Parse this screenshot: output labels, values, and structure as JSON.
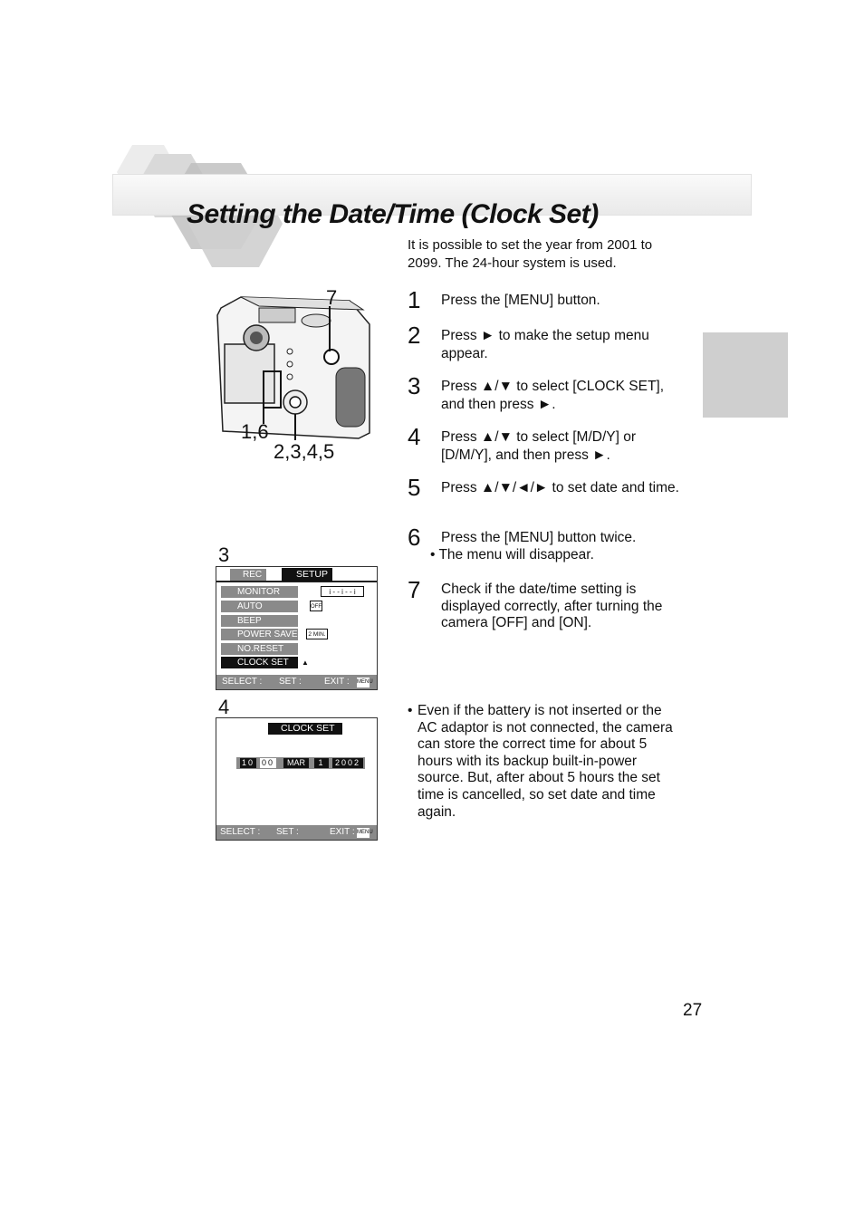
{
  "page": {
    "title": "Setting the Date/Time (Clock Set)",
    "intro": "It is possible to set the year from 2001 to 2099. The 24-hour system is used.",
    "page_number": "27"
  },
  "camera_figure": {
    "label_top": "7",
    "label_left": "1,6",
    "label_bottom": "2,3,4,5"
  },
  "steps": [
    {
      "num": "1",
      "text": "Press the [MENU] button."
    },
    {
      "num": "2",
      "text": "Press ► to make the setup menu appear."
    },
    {
      "num": "3",
      "text": "Press ▲/▼ to select [CLOCK SET], and then press ►."
    },
    {
      "num": "4",
      "text": "Press ▲/▼ to select [M/D/Y] or [D/M/Y], and then press ►."
    },
    {
      "num": "5",
      "text": "Press ▲/▼/◄/► to set date and time."
    },
    {
      "num": "6",
      "text": "Press the [MENU] button twice.",
      "sub": "• The menu will disappear."
    },
    {
      "num": "7",
      "text": "Check if the date/time setting is displayed correctly, after turning the camera [OFF] and [ON]."
    }
  ],
  "note": {
    "bullet": "•",
    "text": "Even if the battery is not inserted or the AC adaptor is not connected, the camera can store the correct time for about 5 hours with its backup built-in-power source. But, after about 5 hours the set time is cancelled, so set date and time again."
  },
  "screen3": {
    "label": "3",
    "tab_rec": "REC",
    "tab_setup": "SETUP",
    "items": [
      {
        "label": "MONITOR",
        "value": "i - - i - - i"
      },
      {
        "label": "AUTO REVIEW",
        "value": "OFF"
      },
      {
        "label": "BEEP",
        "value": ""
      },
      {
        "label": "POWER SAVE",
        "value": "2 MIN."
      },
      {
        "label": "NO.RESET",
        "value": ""
      },
      {
        "label": "CLOCK SET",
        "value": "▲"
      }
    ],
    "footer_select": "SELECT :",
    "footer_set": "SET :",
    "footer_exit": "EXIT :",
    "menu_icon": "MENU"
  },
  "screen4": {
    "label": "4",
    "title": "CLOCK SET",
    "hour": "10",
    "minute": "00",
    "month": "MAR",
    "day": "1",
    "year": "2002",
    "footer_select": "SELECT :",
    "footer_set": "SET :",
    "footer_exit": "EXIT :",
    "menu_icon": "MENU"
  }
}
